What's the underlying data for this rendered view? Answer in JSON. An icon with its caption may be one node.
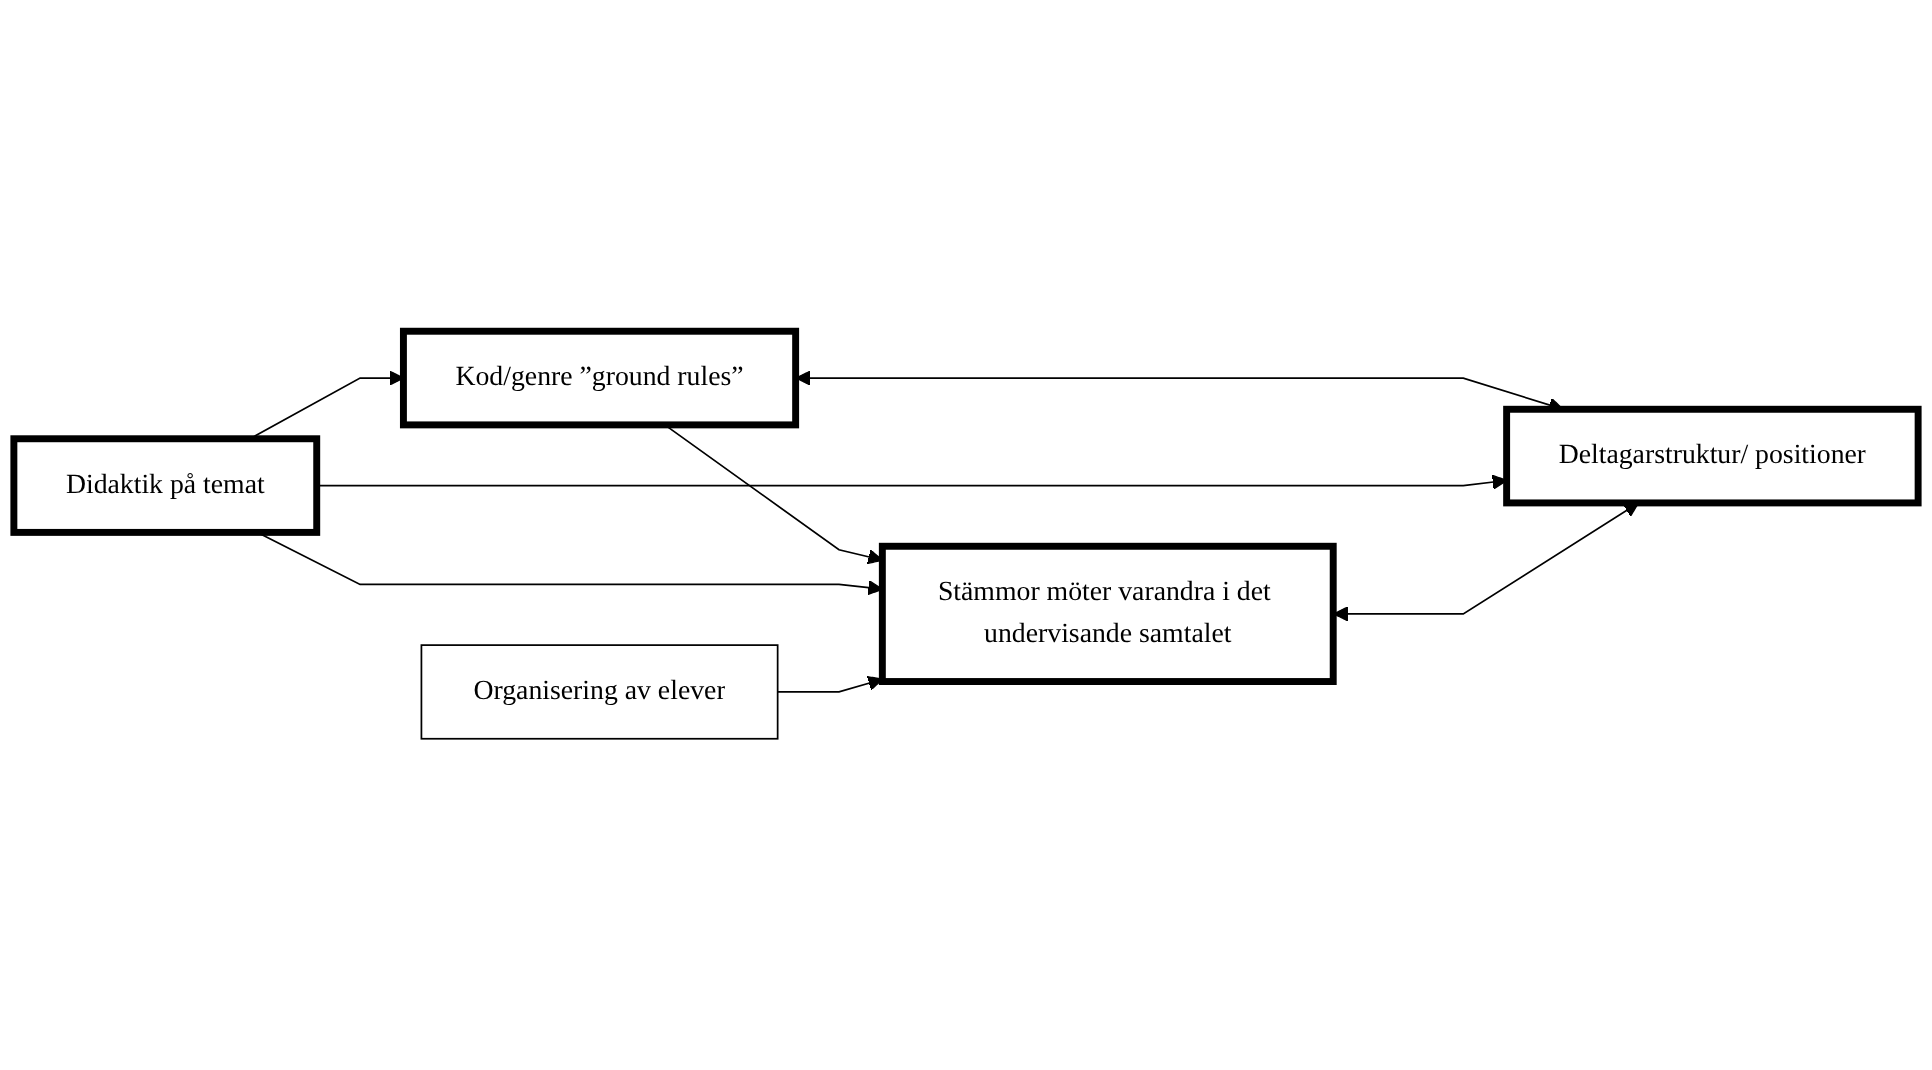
{
  "diagram": {
    "nodes": [
      {
        "text": [
          "Kod/genre ”ground rules”"
        ]
      },
      {
        "text": [
          "Didaktik på temat"
        ]
      },
      {
        "text": [
          "Deltagarstruktur/ positioner"
        ]
      },
      {
        "text": [
          "Stämmor möter varandra i det undervisande samtalet"
        ]
      },
      {
        "text": [
          "Organisering av elever"
        ]
      }
    ],
    "edges": [
      {
        "from": 1,
        "to": 0,
        "arrow": "to"
      },
      {
        "from": 0,
        "to": 2,
        "arrow": "both"
      },
      {
        "from": 1,
        "to": 2,
        "arrow": "to"
      },
      {
        "from": 0,
        "to": 3,
        "arrow": "to"
      },
      {
        "from": 1,
        "to": 3,
        "arrow": "to"
      },
      {
        "from": 3,
        "to": 2,
        "arrow": "both"
      },
      {
        "from": 4,
        "to": 3,
        "arrow": "to"
      }
    ]
  }
}
